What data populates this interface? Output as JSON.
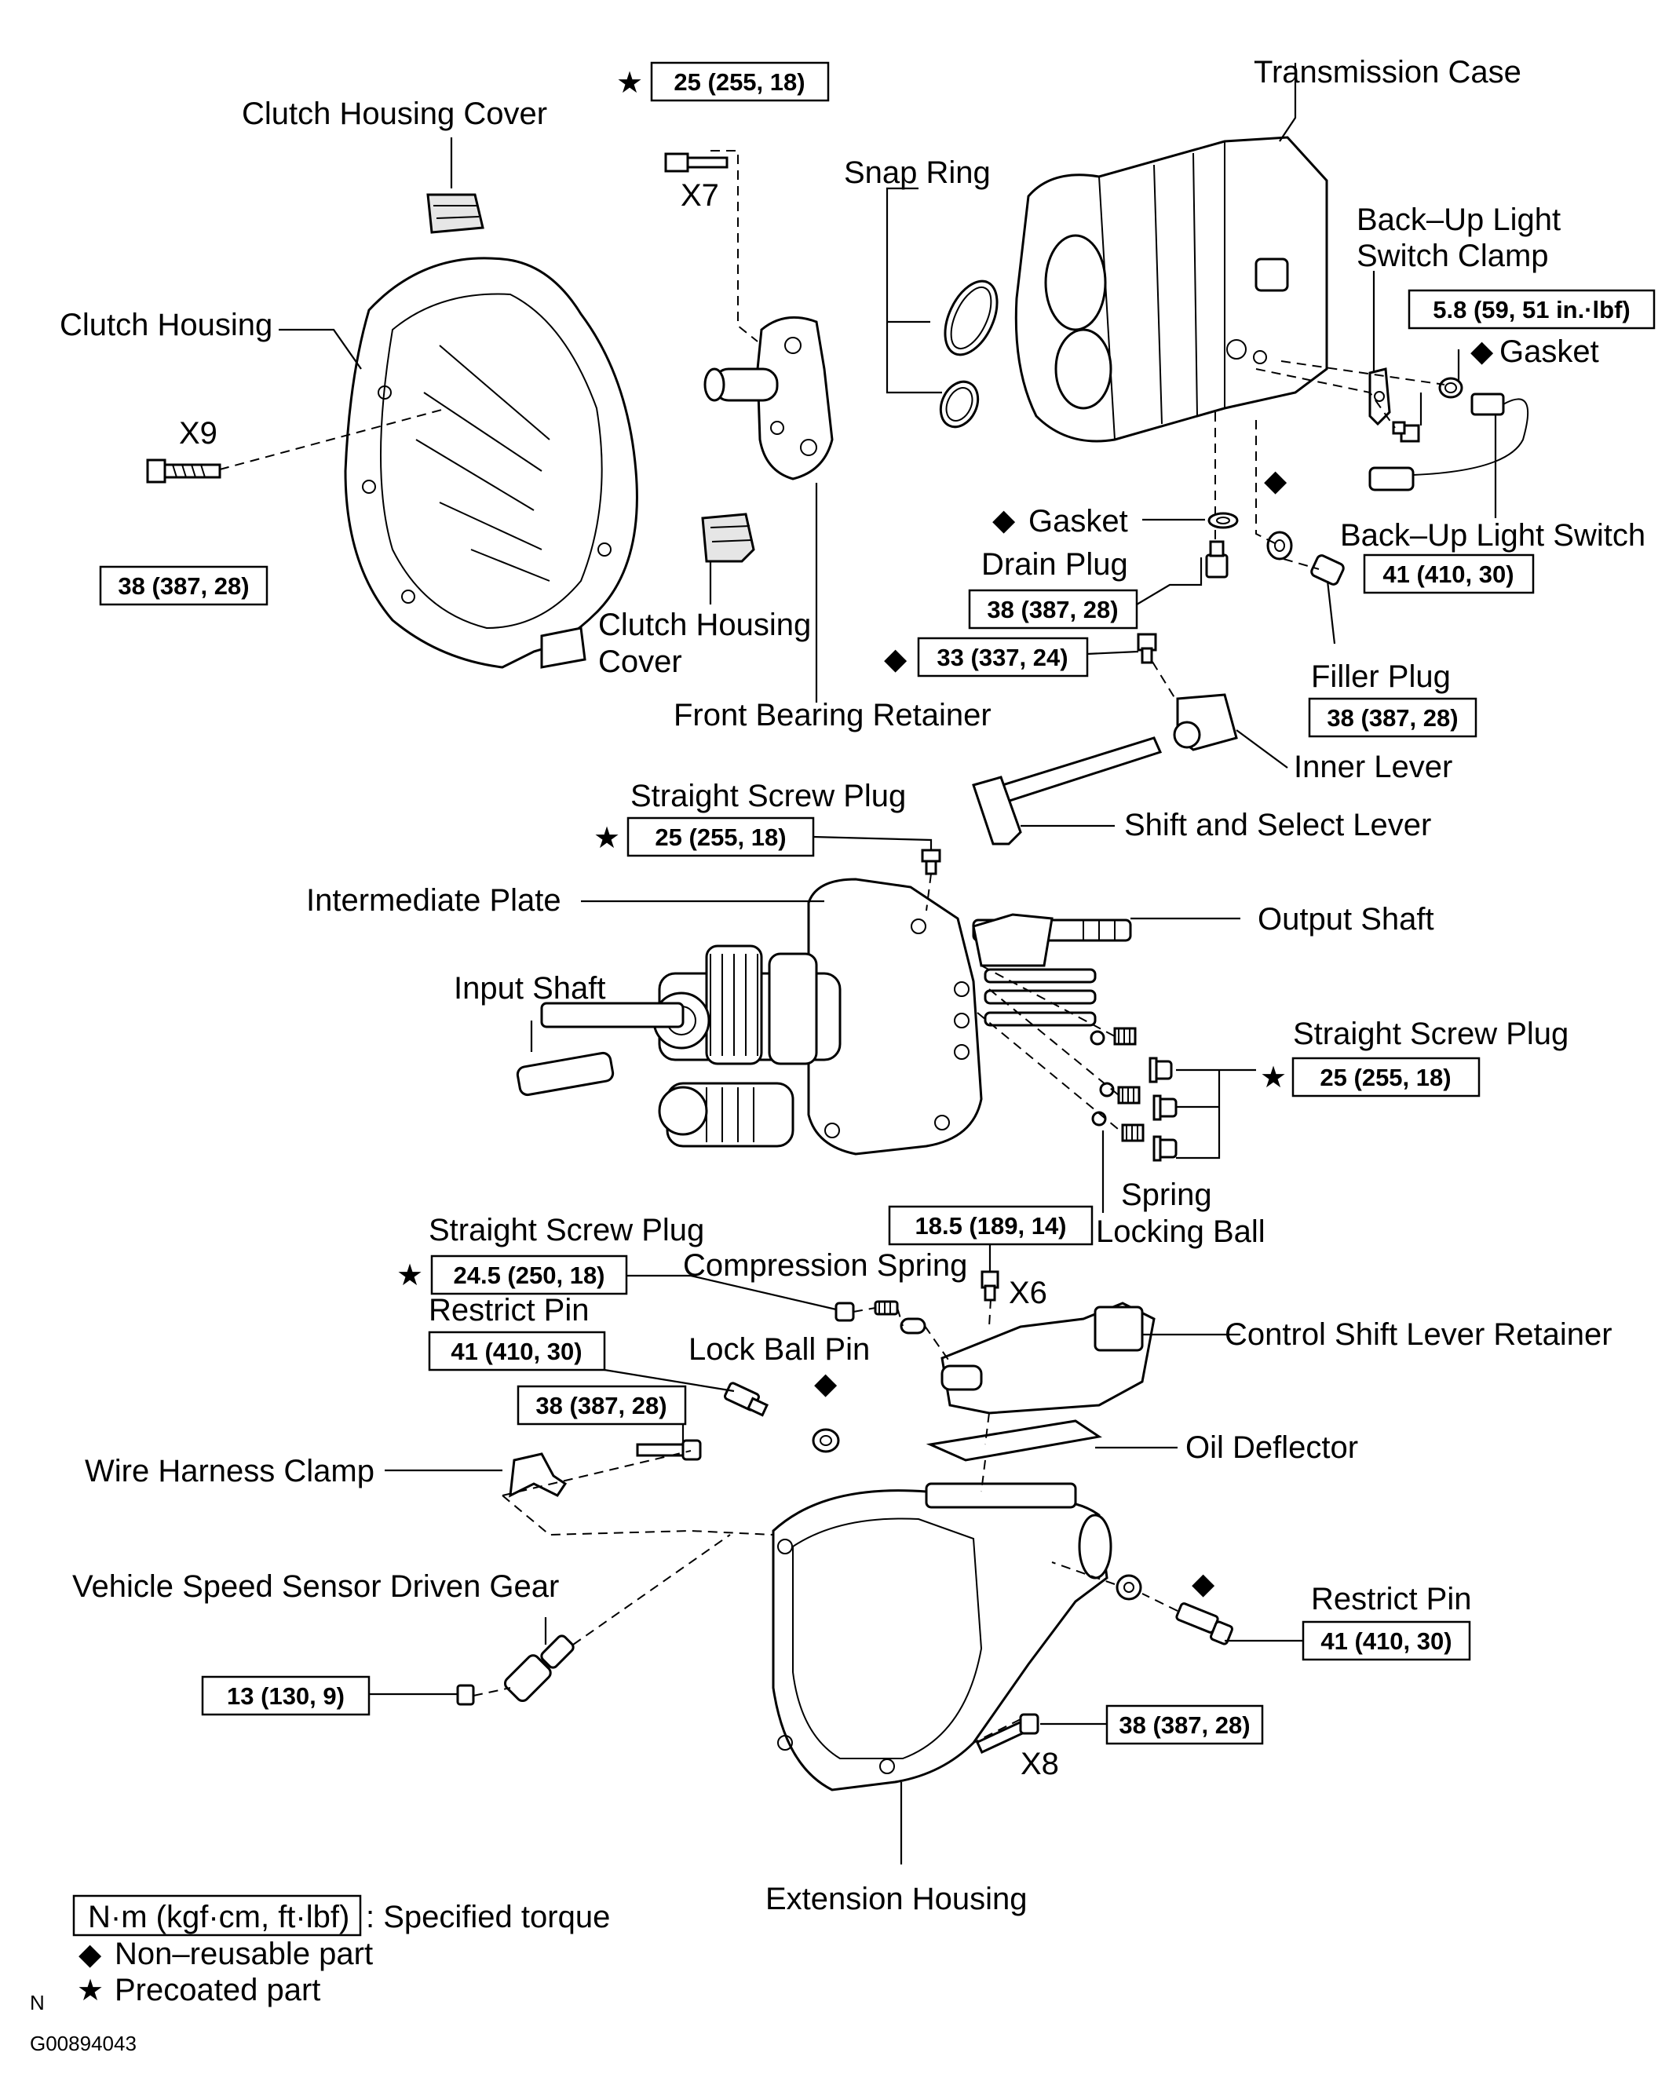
{
  "labels": {
    "transmission_case": "Transmission Case",
    "clutch_housing_cover_top": "Clutch Housing Cover",
    "snap_ring": "Snap Ring",
    "backup_light_switch_clamp_1": "Back–Up Light",
    "backup_light_switch_clamp_2": "Switch Clamp",
    "clutch_housing": "Clutch Housing",
    "gasket_right": "Gasket",
    "x7": "X7",
    "x9": "X9",
    "gasket_mid": "Gasket",
    "backup_light_switch": "Back–Up Light Switch",
    "drain_plug": "Drain Plug",
    "clutch_housing_cover_bottom_1": "Clutch Housing",
    "clutch_housing_cover_bottom_2": "Cover",
    "filler_plug": "Filler Plug",
    "front_bearing_retainer": "Front Bearing Retainer",
    "inner_lever": "Inner Lever",
    "straight_screw_plug_top": "Straight Screw Plug",
    "shift_select_lever": "Shift and Select Lever",
    "intermediate_plate": "Intermediate Plate",
    "output_shaft": "Output Shaft",
    "input_shaft": "Input Shaft",
    "straight_screw_plug_right": "Straight Screw Plug",
    "spring": "Spring",
    "locking_ball": "Locking Ball",
    "straight_screw_plug_left": "Straight Screw Plug",
    "compression_spring": "Compression Spring",
    "x6": "X6",
    "restrict_pin_left": "Restrict Pin",
    "control_shift_lever_retainer": "Control Shift Lever Retainer",
    "lock_ball_pin": "Lock Ball Pin",
    "wire_harness_clamp": "Wire Harness Clamp",
    "oil_deflector": "Oil Deflector",
    "vehicle_speed_sensor": "Vehicle Speed Sensor Driven Gear",
    "restrict_pin_right": "Restrict Pin",
    "x8": "X8",
    "extension_housing": "Extension Housing"
  },
  "torques": {
    "t_top": "25 (255, 18)",
    "t_backup_clamp": "5.8 (59, 51 in.·lbf)",
    "t_clutch_bolt": "38 (387, 28)",
    "t_backup_switch": "41 (410, 30)",
    "t_drain": "38 (387, 28)",
    "t_inner_lever": "33 (337, 24)",
    "t_filler": "38 (387, 28)",
    "t_ssp_top": "25 (255, 18)",
    "t_ssp_right": "25 (255, 18)",
    "t_csl_bolt": "18.5 (189, 14)",
    "t_ssp_left": "24.5 (250, 18)",
    "t_restrict_left": "41 (410, 30)",
    "t_harness_bolt": "38 (387, 28)",
    "t_restrict_right": "41 (410, 30)",
    "t_speed_sensor": "13 (130, 9)",
    "t_ext_bolt": "38 (387, 28)"
  },
  "symbols": {
    "star": "★",
    "diamond": "◆"
  },
  "legend": {
    "unit_box": "N·m (kgf·cm, ft·lbf)",
    "unit_desc": ": Specified torque",
    "non_reusable": "Non–reusable part",
    "precoated": "Precoated part"
  },
  "footer": {
    "n": "N",
    "code": "G00894043"
  }
}
